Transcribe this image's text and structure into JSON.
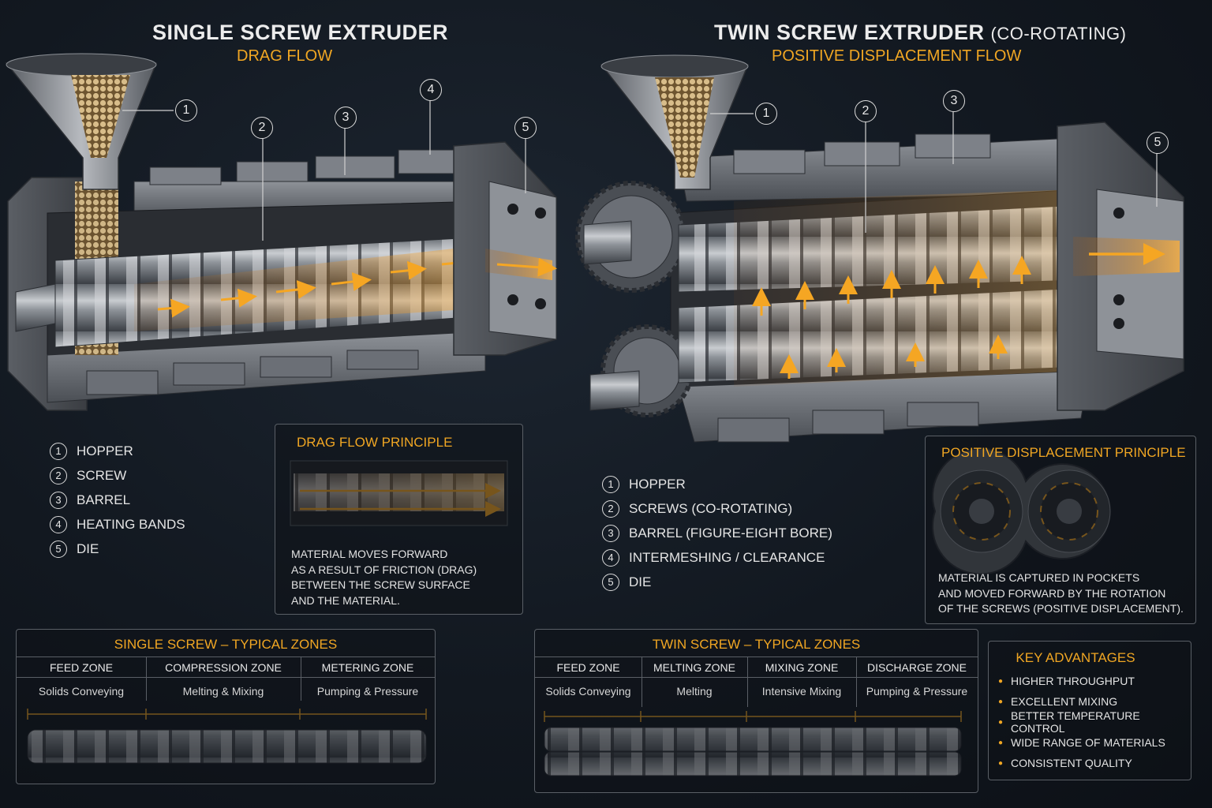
{
  "single": {
    "title": "SINGLE SCREW EXTRUDER",
    "subtitle": "DRAG FLOW",
    "callouts": [
      "1",
      "2",
      "3",
      "4",
      "5"
    ],
    "legend": [
      {
        "n": "1",
        "label": "HOPPER"
      },
      {
        "n": "2",
        "label": "SCREW"
      },
      {
        "n": "3",
        "label": "BARREL"
      },
      {
        "n": "4",
        "label": "HEATING BANDS"
      },
      {
        "n": "5",
        "label": "DIE"
      }
    ],
    "principle": {
      "title": "DRAG FLOW PRINCIPLE",
      "lines": [
        "MATERIAL MOVES FORWARD",
        "AS A RESULT OF FRICTION (DRAG)",
        "BETWEEN THE SCREW SURFACE",
        "AND THE MATERIAL."
      ]
    },
    "zones": {
      "title": "SINGLE SCREW – TYPICAL ZONES",
      "cols": [
        {
          "name": "FEED ZONE",
          "desc": "Solids Conveying"
        },
        {
          "name": "COMPRESSION ZONE",
          "desc": "Melting & Mixing"
        },
        {
          "name": "METERING ZONE",
          "desc": "Pumping & Pressure"
        }
      ]
    }
  },
  "twin": {
    "title": "TWIN SCREW EXTRUDER",
    "title_suffix": "(CO-ROTATING)",
    "subtitle": "POSITIVE DISPLACEMENT FLOW",
    "callouts": [
      "1",
      "2",
      "3",
      "5"
    ],
    "legend": [
      {
        "n": "1",
        "label": "HOPPER"
      },
      {
        "n": "2",
        "label": "SCREWS (CO-ROTATING)"
      },
      {
        "n": "3",
        "label": "BARREL (FIGURE-EIGHT BORE)"
      },
      {
        "n": "4",
        "label": "INTERMESHING / CLEARANCE"
      },
      {
        "n": "5",
        "label": "DIE"
      }
    ],
    "principle": {
      "title": "POSITIVE DISPLACEMENT PRINCIPLE",
      "lines": [
        "MATERIAL IS CAPTURED IN POCKETS",
        "AND MOVED FORWARD BY THE ROTATION",
        "OF THE SCREWS (POSITIVE DISPLACEMENT)."
      ]
    },
    "zones": {
      "title": "TWIN SCREW – TYPICAL ZONES",
      "cols": [
        {
          "name": "FEED ZONE",
          "desc": "Solids Conveying"
        },
        {
          "name": "MELTING ZONE",
          "desc": "Melting"
        },
        {
          "name": "MIXING ZONE",
          "desc": "Intensive Mixing"
        },
        {
          "name": "DISCHARGE ZONE",
          "desc": "Pumping & Pressure"
        }
      ]
    },
    "advantages": {
      "title": "KEY ADVANTAGES",
      "items": [
        "HIGHER THROUGHPUT",
        "EXCELLENT MIXING",
        "BETTER TEMPERATURE CONTROL",
        "WIDE RANGE OF MATERIALS",
        "CONSISTENT QUALITY"
      ]
    }
  },
  "colors": {
    "accent": "#f0a623",
    "steel": "#8a8f96",
    "background": "#121820"
  }
}
